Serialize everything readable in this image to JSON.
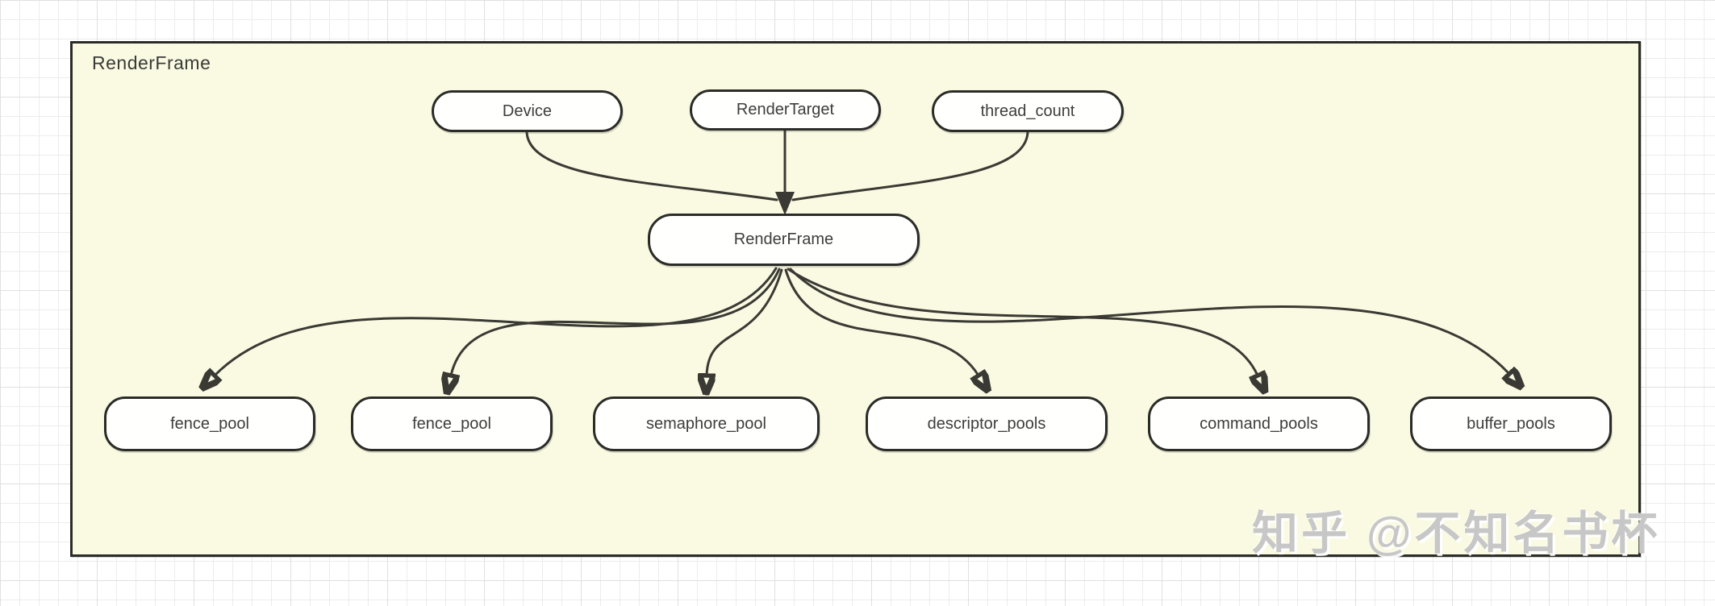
{
  "frame": {
    "label": "RenderFrame"
  },
  "nodes": {
    "device": {
      "label": "Device"
    },
    "render_target": {
      "label": "RenderTarget"
    },
    "thread_count": {
      "label": "thread_count"
    },
    "render_frame": {
      "label": "RenderFrame"
    },
    "fence_pool_1": {
      "label": "fence_pool"
    },
    "fence_pool_2": {
      "label": "fence_pool"
    },
    "semaphore_pool": {
      "label": "semaphore_pool"
    },
    "descriptor_pools": {
      "label": "descriptor_pools"
    },
    "command_pools": {
      "label": "command_pools"
    },
    "buffer_pools": {
      "label": "buffer_pools"
    }
  },
  "edges": [
    {
      "from": "Device",
      "to": "RenderFrame"
    },
    {
      "from": "RenderTarget",
      "to": "RenderFrame"
    },
    {
      "from": "thread_count",
      "to": "RenderFrame"
    },
    {
      "from": "RenderFrame",
      "to": "fence_pool"
    },
    {
      "from": "RenderFrame",
      "to": "fence_pool"
    },
    {
      "from": "RenderFrame",
      "to": "semaphore_pool"
    },
    {
      "from": "RenderFrame",
      "to": "descriptor_pools"
    },
    {
      "from": "RenderFrame",
      "to": "command_pools"
    },
    {
      "from": "RenderFrame",
      "to": "buffer_pools"
    }
  ],
  "watermark": {
    "text": "知乎 @不知名书杯"
  },
  "colors": {
    "frame_fill": "#fafae3",
    "node_fill": "#fffffd",
    "border": "#2b2b28",
    "edge": "#3a3933",
    "watermark": "#c7c7c7",
    "grid_minor": "#ececec",
    "grid_major": "#e0e0e0"
  }
}
